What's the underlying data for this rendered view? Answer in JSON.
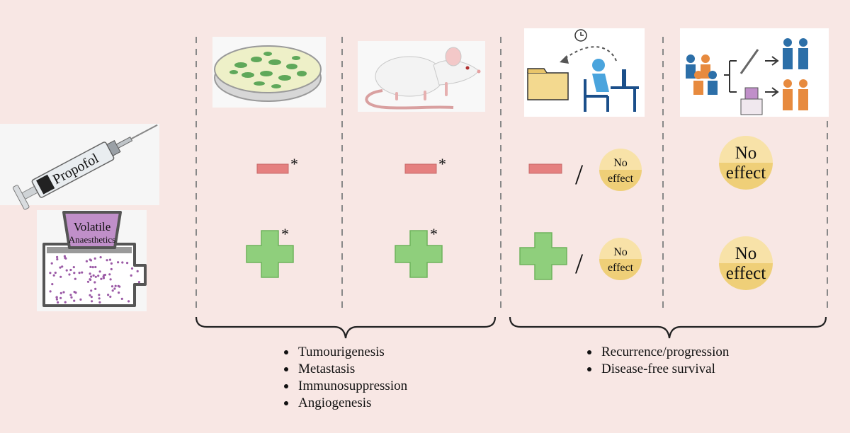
{
  "agents": {
    "propofol_label": "Propofol",
    "volatile_label_line1": "Volatile",
    "volatile_label_line2": "Anaesthetics"
  },
  "study_types": [
    {
      "icon": "petri-dish-icon"
    },
    {
      "icon": "rat-icon"
    },
    {
      "icon": "retrospective-study-icon"
    },
    {
      "icon": "randomized-trial-icon"
    }
  ],
  "results": {
    "star": "*",
    "slash": "/",
    "no_effect_line1": "No",
    "no_effect_line2": "effect"
  },
  "outcomes": {
    "preclinical": [
      "Tumourigenesis",
      "Metastasis",
      "Immunosuppression",
      "Angiogenesis"
    ],
    "clinical": [
      "Recurrence/progression",
      "Disease-free survival"
    ]
  },
  "colors": {
    "background": "#f8e7e4",
    "minus": "#e5807f",
    "plus": "#8fcf7c",
    "no_effect": "#f3d98f",
    "divider": "#888888"
  }
}
